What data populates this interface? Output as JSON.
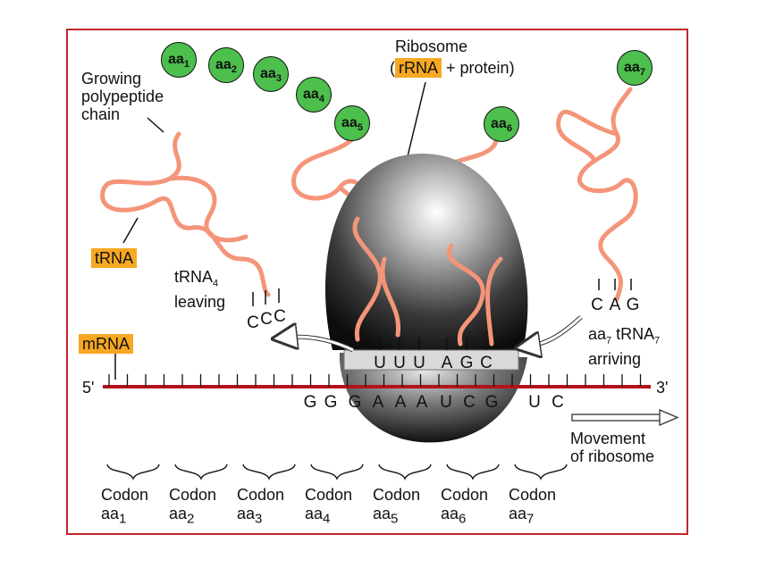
{
  "labels": {
    "growing_chain": [
      "Growing",
      "polypeptide",
      "chain"
    ],
    "ribosome": "Ribosome",
    "rrna": "rRNA",
    "protein": "+ protein)",
    "paren_open": "(",
    "trna": "tRNA",
    "trna4": "tRNA",
    "trna4_sub": "4",
    "leaving": "leaving",
    "mrna": "mRNA",
    "five_prime": "5'",
    "three_prime": "3'",
    "aa7_arriving_aa": "aa",
    "aa7_arriving_sub": "7",
    "aa7_arriving_trna": " tRNA",
    "aa7_arriving_trna_sub": "7",
    "arriving": "arriving",
    "movement": [
      "Movement",
      "of ribosome"
    ]
  },
  "amino_acids": [
    {
      "base": "aa",
      "sub": "1"
    },
    {
      "base": "aa",
      "sub": "2"
    },
    {
      "base": "aa",
      "sub": "3"
    },
    {
      "base": "aa",
      "sub": "4"
    },
    {
      "base": "aa",
      "sub": "5"
    },
    {
      "base": "aa",
      "sub": "6"
    },
    {
      "base": "aa",
      "sub": "7"
    }
  ],
  "anticodons": {
    "leaving": [
      "C",
      "C",
      "C"
    ],
    "in_ribosome": [
      "U",
      "U",
      "U",
      "A",
      "G",
      "C"
    ],
    "arriving": [
      "C",
      "A",
      "G"
    ]
  },
  "mrna_bases_visible": [
    "G",
    "G",
    "G",
    "A",
    "A",
    "A",
    "U",
    "C",
    "G",
    "U",
    "C"
  ],
  "codons": [
    {
      "word": "Codon",
      "aa": "aa",
      "sub": "1"
    },
    {
      "word": "Codon",
      "aa": "aa",
      "sub": "2"
    },
    {
      "word": "Codon",
      "aa": "aa",
      "sub": "3"
    },
    {
      "word": "Codon",
      "aa": "aa",
      "sub": "4"
    },
    {
      "word": "Codon",
      "aa": "aa",
      "sub": "5"
    },
    {
      "word": "Codon",
      "aa": "aa",
      "sub": "6"
    },
    {
      "word": "Codon",
      "aa": "aa",
      "sub": "7"
    }
  ],
  "colors": {
    "frame": "#c1272d",
    "mrna_strand": "#b3141b",
    "highlight": "#f7a823",
    "amino_acid": "#4cbf4c",
    "trna_strand": "#f4957a",
    "ribosome": "#3a3a3a"
  }
}
